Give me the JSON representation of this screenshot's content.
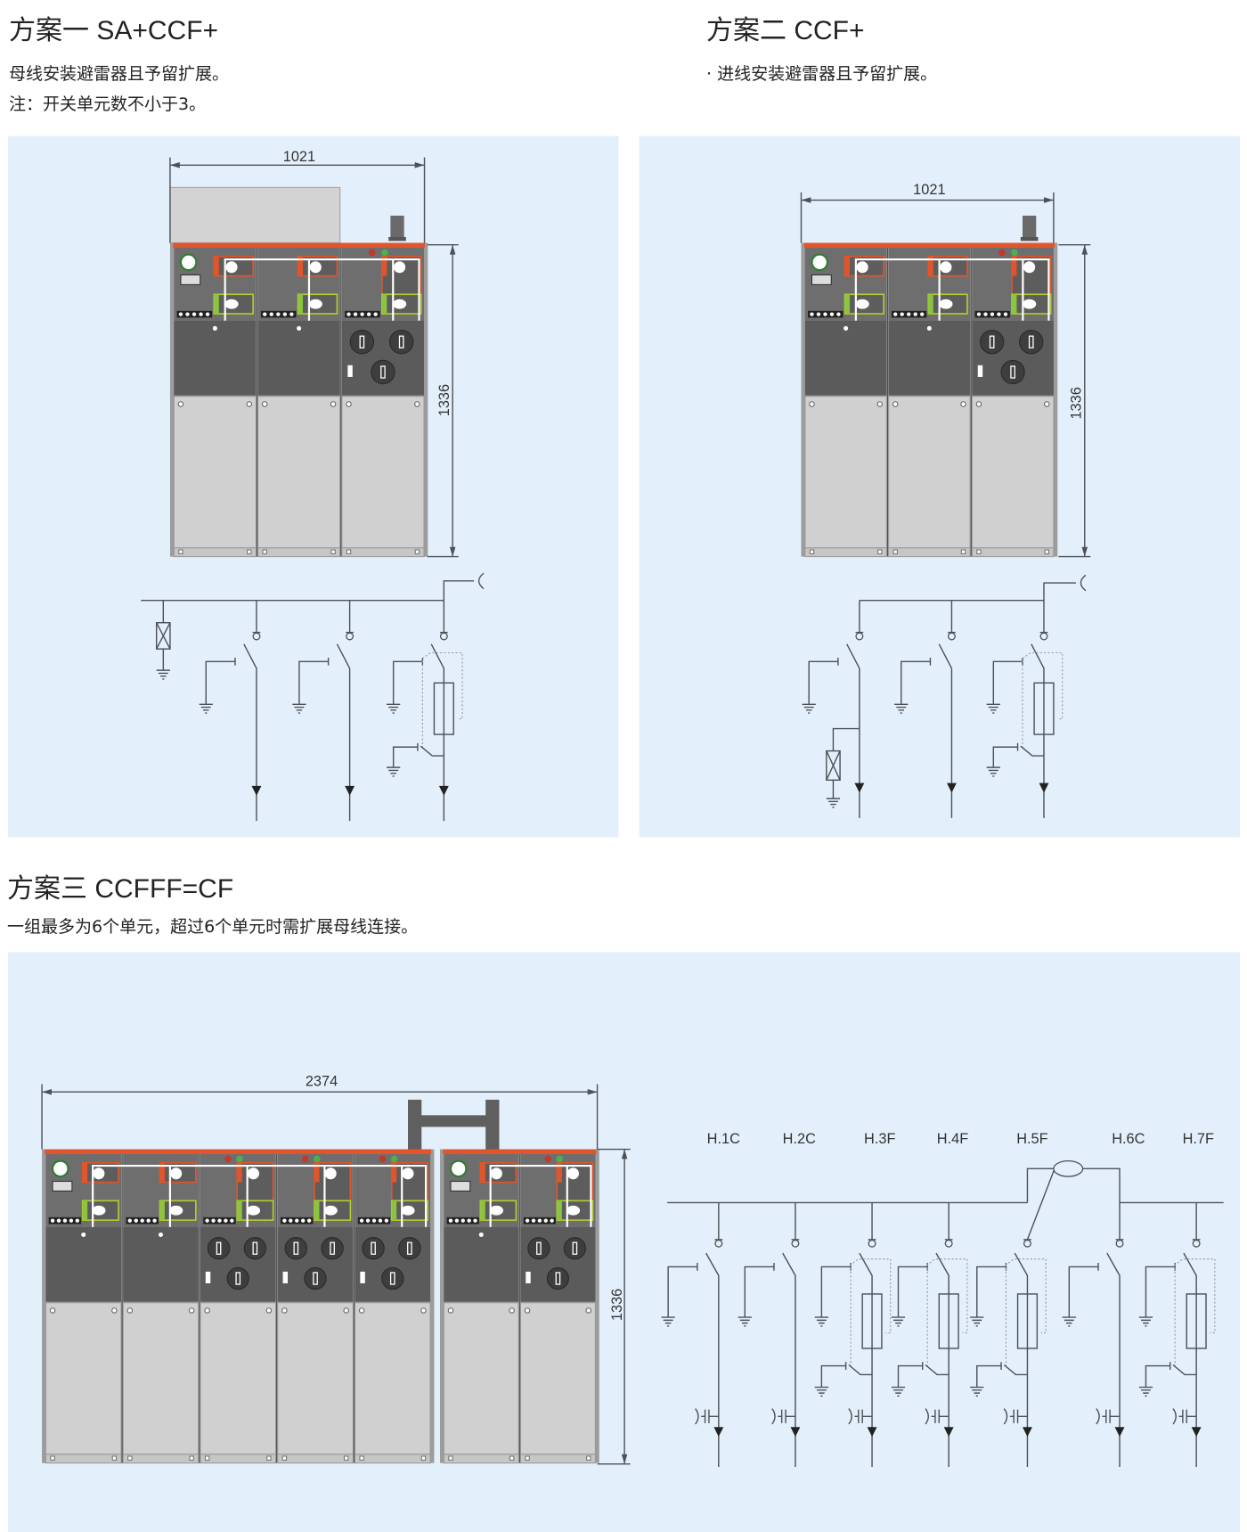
{
  "scheme1": {
    "title": "方案一  SA+CCF+",
    "desc": "母线安装避雷器且予留扩展。",
    "note": "注：开关单元数不小于3。",
    "width_dim": "1021",
    "height_dim": "1336",
    "units": [
      "C",
      "C",
      "F"
    ]
  },
  "scheme2": {
    "title": "方案二  CCF+",
    "desc": "· 进线安装避雷器且予留扩展。",
    "width_dim": "1021",
    "height_dim": "1336",
    "units": [
      "C",
      "C",
      "F"
    ]
  },
  "scheme3": {
    "title": "方案三  CCFFF=CF",
    "desc": "一组最多为6个单元，超过6个单元时需扩展母线连接。",
    "width_dim": "2374",
    "height_dim": "1336",
    "units_group1": [
      "C",
      "C",
      "F",
      "F",
      "F"
    ],
    "units_group2": [
      "C",
      "F"
    ],
    "feeder_labels": [
      "H.1C",
      "H.2C",
      "H.3F",
      "H.4F",
      "H.5F",
      "H.6C",
      "H.7F"
    ]
  },
  "colors": {
    "panel_bg": "#e3f0fb",
    "line": "#4d5157",
    "accent": "#e2542b",
    "green": "#8bc53f"
  }
}
